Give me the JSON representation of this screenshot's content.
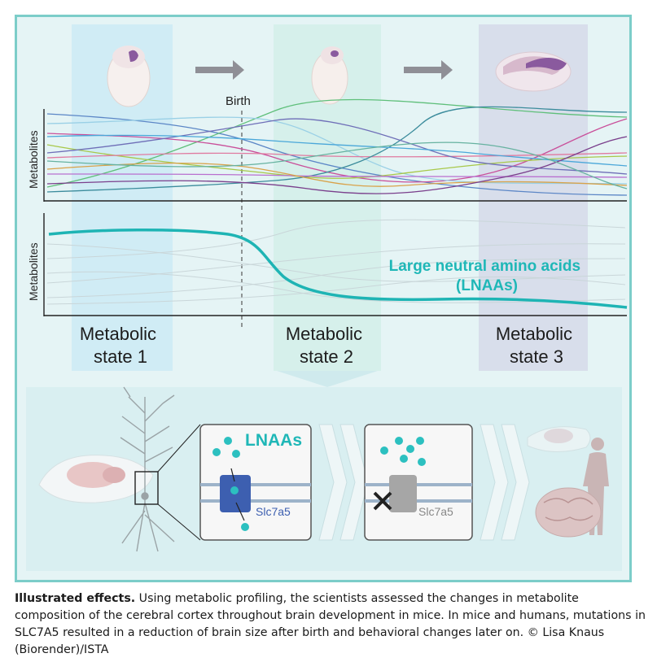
{
  "figure": {
    "birth_label": "Birth",
    "y_axis_label": "Metabolites",
    "lnaa_curve_label_line1": "Large neutral amino acids",
    "lnaa_curve_label_line2": "(LNAAs)",
    "states": [
      {
        "line1": "Metabolic",
        "line2": "state 1"
      },
      {
        "line1": "Metabolic",
        "line2": "state 2"
      },
      {
        "line1": "Metabolic",
        "line2": "state 3"
      }
    ],
    "panel_a_title": "LNAAs",
    "transporter_label": "Slc7a5",
    "colors": {
      "frame": "#7ccdc9",
      "panel_bg": "#e3f3f4",
      "state_column": "#cdeaf3",
      "state3_column": "#d7dceb",
      "lnaa_curve": "#1eb4b4",
      "lnaa_label": "#1fb7b7",
      "transporter": "#3d5fb0",
      "transporter_mutant": "#a6a6a6",
      "amino_acid": "#2cc0c0",
      "brain_region": "#8a5a9e"
    },
    "upper_curve_colors": [
      "#5b86c6",
      "#5fbf7a",
      "#c94f9a",
      "#9ad0e6",
      "#a8c84a",
      "#e07aa0",
      "#3c8c9c",
      "#b96fcf",
      "#6f6fb8",
      "#d9a24a",
      "#4aa7d9",
      "#7a3f8c",
      "#66b2a0"
    ]
  },
  "caption": {
    "bold": "Illustrated effects.",
    "text": " Using metabolic profiling, the scientists assessed the changes in metabolite composition of the cerebral cortex throughout brain development in mice. In mice and humans, mutations in SLC7A5 resulted in a reduction of brain size after birth and behavioral changes later on. © Lisa Knaus (Biorender)/ISTA"
  }
}
